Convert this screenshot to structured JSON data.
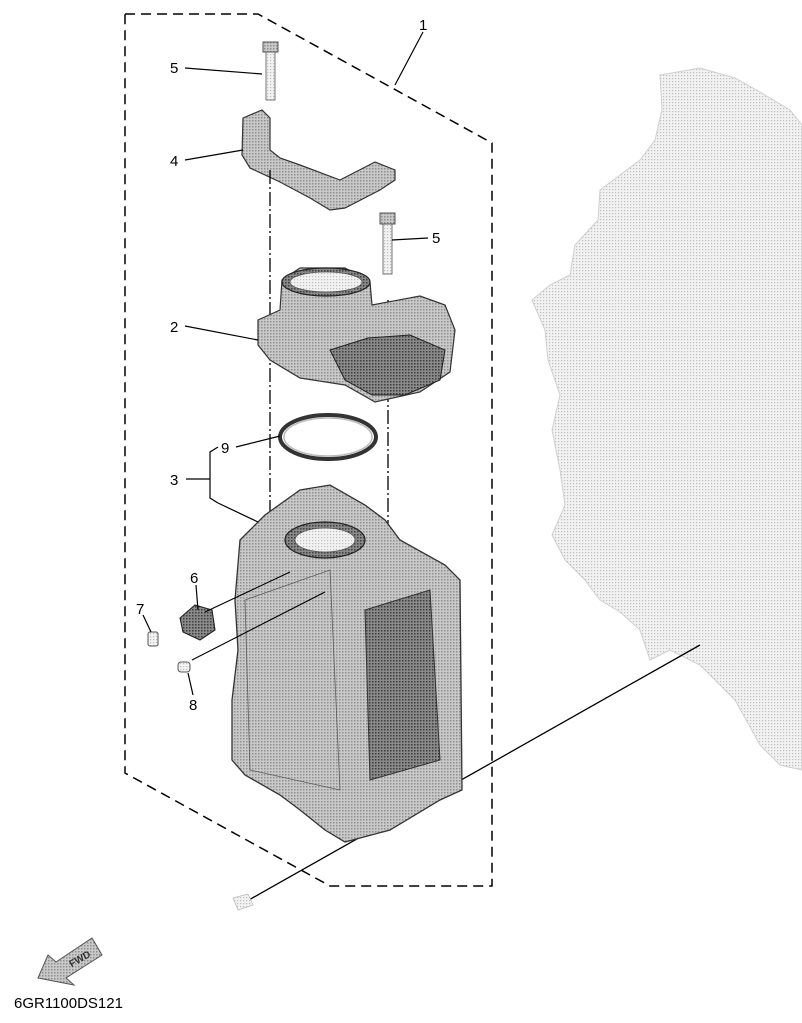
{
  "diagram": {
    "code": "6GR1100DS121",
    "fwd_label": "FWD",
    "callouts": {
      "c1": "1",
      "c2": "2",
      "c3": "3",
      "c4": "4",
      "c5a": "5",
      "c5b": "5",
      "c6": "6",
      "c7": "7",
      "c8": "8",
      "c9": "9"
    },
    "colors": {
      "line": "#000000",
      "part_fill": "#9a9a9a",
      "part_dark": "#5a5a5a",
      "ghost_engine": "#d6d6d6"
    }
  }
}
